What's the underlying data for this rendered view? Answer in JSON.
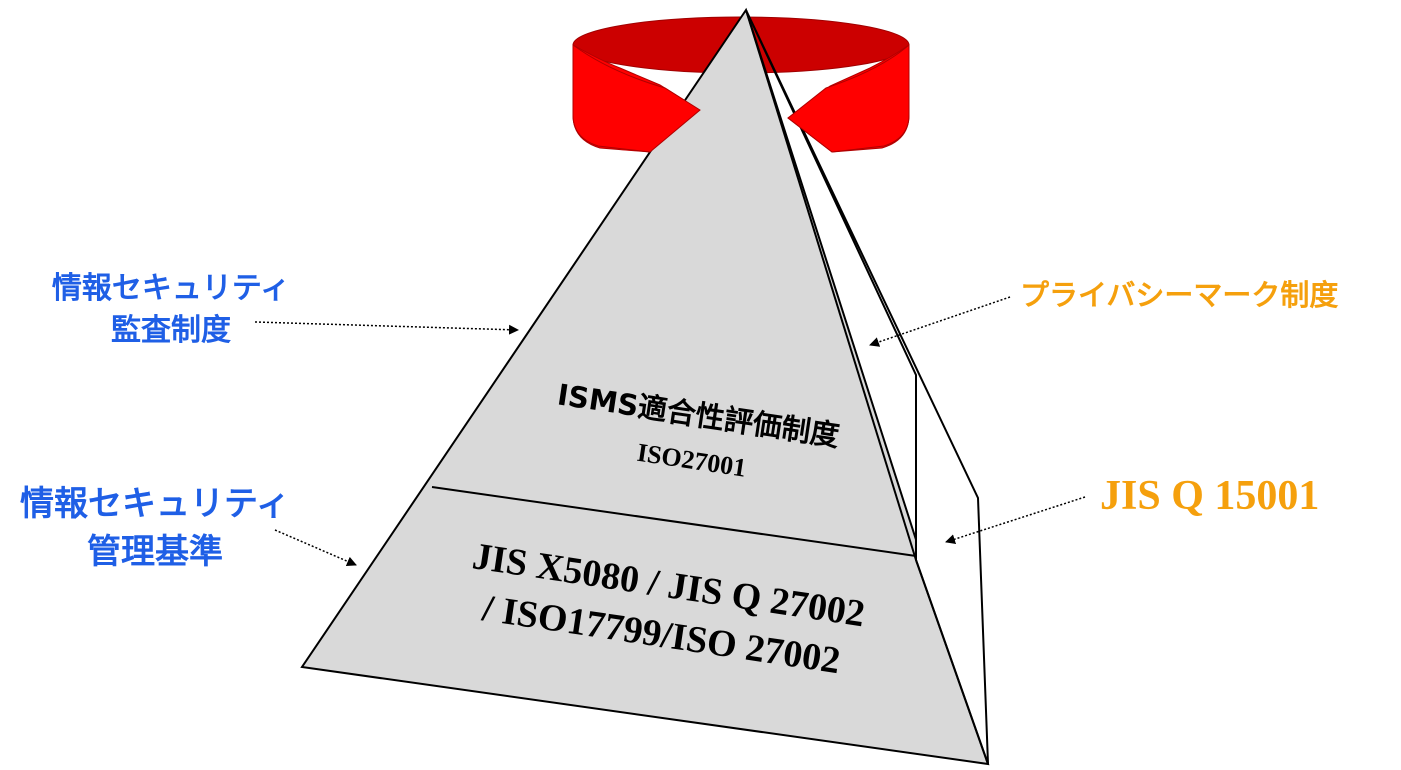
{
  "labels": {
    "audit": {
      "line1": "情報セキュリティ",
      "line2": "監査制度"
    },
    "mgmt": {
      "line1": "情報セキュリティ",
      "line2": "管理基準"
    },
    "privacy": "プライバシーマーク制度",
    "jisq15001": "JIS Q 15001"
  },
  "pyramid": {
    "top_title": "ISMS適合性評価制度",
    "top_sub": "ISO27001",
    "base_line1": "JIS X5080 / JIS Q 27002",
    "base_line2": "/ ISO17799/ISO 27002"
  },
  "colors": {
    "blue": "#1f5fe6",
    "orange": "#f5a00d",
    "pyramid_fill": "#d9d9d9",
    "band_red": "#cc0000",
    "band_red_light": "#ff0000"
  },
  "icons": [
    "cycle-arrow-icon"
  ]
}
